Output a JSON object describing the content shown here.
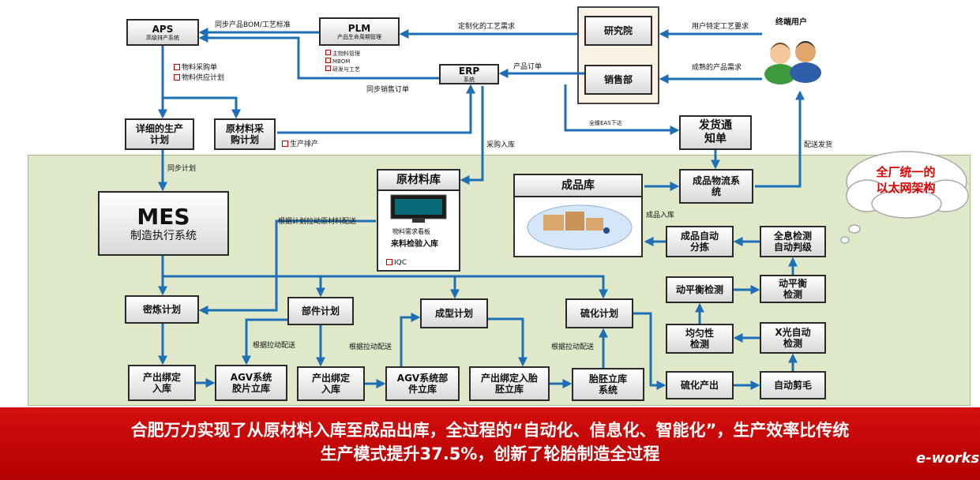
{
  "nodes": {
    "aps": {
      "title": "APS",
      "sub": "高级排产系统"
    },
    "plm": {
      "title": "PLM",
      "sub": "产品生命周期管理"
    },
    "erp": {
      "title": "ERP",
      "sub": "系统"
    },
    "yanjiuyuan": "研究院",
    "xiaoshoubu": "销售部",
    "end_user": "终端用户",
    "detail_plan": [
      "详细的生产",
      "计划"
    ],
    "raw_purchase": [
      "原材料采",
      "购计划"
    ],
    "mes": {
      "title": "MES",
      "sub": "制造执行系统"
    },
    "raw_warehouse": {
      "title": "原材料库",
      "board": "物料需求看板",
      "check": "来料检验入库",
      "iqc": "IQC"
    },
    "finished_warehouse": "成品库",
    "delivery_notice": [
      "发货通",
      "知单"
    ],
    "logistics": [
      "成品物流系",
      "统"
    ],
    "auto_sort": [
      "成品自动",
      "分拣"
    ],
    "full_inspect": [
      "全息检测",
      "自动判级"
    ],
    "dyn_balance_test": "动平衡检测",
    "dyn_balance": [
      "动平衡",
      "检测"
    ],
    "uniformity": [
      "均匀性",
      "检测"
    ],
    "xray": [
      "X光自动",
      "检测"
    ],
    "cure_output": "硫化产出",
    "auto_trim": "自动剪毛",
    "mixing_plan": "密炼计划",
    "parts_plan": "部件计划",
    "forming_plan": "成型计划",
    "curing_plan": "硫化计划",
    "out_bind_1": [
      "产出绑定",
      "入库"
    ],
    "agv_1": [
      "AGV系统",
      "胶片立库"
    ],
    "out_bind_2": [
      "产出绑定",
      "入库"
    ],
    "agv_2": [
      "AGV系统部",
      "件立库"
    ],
    "out_bind_3": [
      "产出绑定入胎",
      "胚立库"
    ],
    "blank_store": [
      "胎胚立库",
      "系统"
    ]
  },
  "plm_items": [
    "主物料管理",
    "MBOM",
    "研发与工艺"
  ],
  "labels": {
    "sync_bom": "同步产品BOM/工艺标准",
    "custom_process": "定制化的工艺需求",
    "user_process": "用户特定工艺要求",
    "product_order": "产品订单",
    "mature_demand": "成熟的产品需求",
    "sync_sales": "同步销售订单",
    "material_order": "物料采购单",
    "material_supply": "物料供应计划",
    "quanxie": "全蝶EAS下达",
    "production_schedule": "生产排产",
    "purchase_in": "采购入库",
    "delivery_ship": "配送发货",
    "sync_plan": "同步计划",
    "pull_raw": "根据计划拉动原材料配送",
    "finished_in": "成品入库",
    "pull_1": "根据拉动配送",
    "pull_2": "根据拉动配送",
    "pull_3": "根据拉动配送"
  },
  "cloud": [
    "全厂统一的",
    "以太网架构"
  ],
  "banner": [
    "合肥万力实现了从原材料入库至成品出库，全过程的“自动化、信息化、智能化”，生产效率比传统",
    "生产模式提升37.5%，创新了轮胎制造全过程"
  ],
  "logo": "e-works",
  "colors": {
    "arrow": "#1f6fb5",
    "banner": "#c00000",
    "zone": "#dfe9c9",
    "cloud_text": "#e00000"
  }
}
